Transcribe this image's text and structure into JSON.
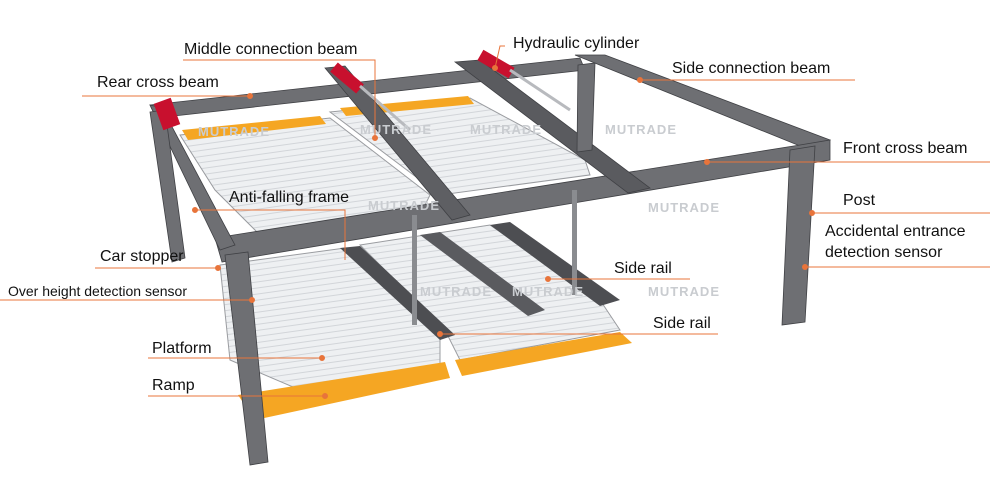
{
  "colors": {
    "steel": "#6e6f73",
    "steel_dark": "#4d4e52",
    "platform_orange": "#f5a623",
    "leader": "#e8743b",
    "cylinder_red": "#c8102e",
    "deck": "#e9ebee"
  },
  "watermark": "MUTRADE",
  "labels": {
    "middle_connection_beam": "Middle connection beam",
    "hydraulic_cylinder": "Hydraulic cylinder",
    "rear_cross_beam": "Rear cross beam",
    "side_connection_beam": "Side connection beam",
    "front_cross_beam": "Front cross beam",
    "post": "Post",
    "accidental_entrance": "Accidental entrance detection sensor",
    "anti_falling_frame": "Anti-falling frame",
    "car_stopper": "Car stopper",
    "over_height": "Over height detection sensor",
    "side_rail_1": "Side rail",
    "side_rail_2": "Side rail",
    "platform": "Platform",
    "ramp": "Ramp"
  },
  "accidental_entrance_lines": [
    "Accidental entrance",
    "detection sensor"
  ]
}
